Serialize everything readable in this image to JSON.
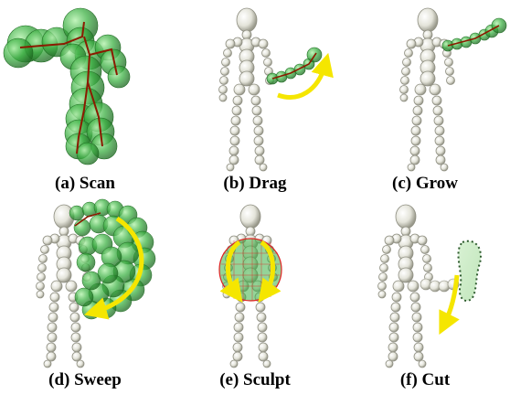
{
  "panels": [
    {
      "caption": "(a) Scan"
    },
    {
      "caption": "(b) Drag"
    },
    {
      "caption": "(c) Grow"
    },
    {
      "caption": "(d) Sweep"
    },
    {
      "caption": "(e) Sculpt"
    },
    {
      "caption": "(f) Cut"
    }
  ],
  "colors": {
    "sphere_green": "#3cb043",
    "skeleton_line": "#8b1a00",
    "gesture_arrow": "#f5e600",
    "mannequin_gray": "#d8d8cc",
    "sculpt_outline": "#e02020",
    "cut_outline": "#2d5a2d"
  }
}
